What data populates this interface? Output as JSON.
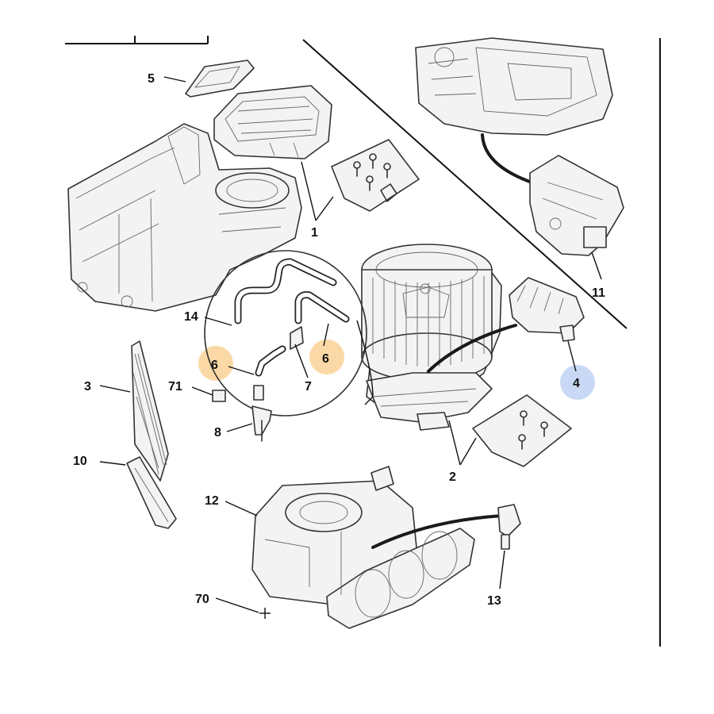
{
  "diagram": {
    "callouts": [
      {
        "id": "c1",
        "label": "1"
      },
      {
        "id": "c2",
        "label": "2"
      },
      {
        "id": "c3",
        "label": "3"
      },
      {
        "id": "c4",
        "label": "4",
        "highlight": "#c9d9f5"
      },
      {
        "id": "c5",
        "label": "5"
      },
      {
        "id": "c6a",
        "label": "6",
        "highlight": "#fbd9a6"
      },
      {
        "id": "c6b",
        "label": "6",
        "highlight": "#fbd9a6"
      },
      {
        "id": "c7",
        "label": "7"
      },
      {
        "id": "c8",
        "label": "8"
      },
      {
        "id": "c10",
        "label": "10"
      },
      {
        "id": "c11",
        "label": "11"
      },
      {
        "id": "c12",
        "label": "12"
      },
      {
        "id": "c13",
        "label": "13"
      },
      {
        "id": "c14",
        "label": "14"
      },
      {
        "id": "c70",
        "label": "70"
      },
      {
        "id": "c71",
        "label": "71"
      }
    ],
    "colors": {
      "line": "#111111",
      "highlight_orange": "#fbd9a6",
      "highlight_blue": "#c9d9f5"
    },
    "icons": [
      "heater-housing-icon",
      "blower-motor-icon",
      "cabin-filter-icon",
      "resistor-icon",
      "actuator-icon",
      "screw-kit-icon"
    ]
  }
}
